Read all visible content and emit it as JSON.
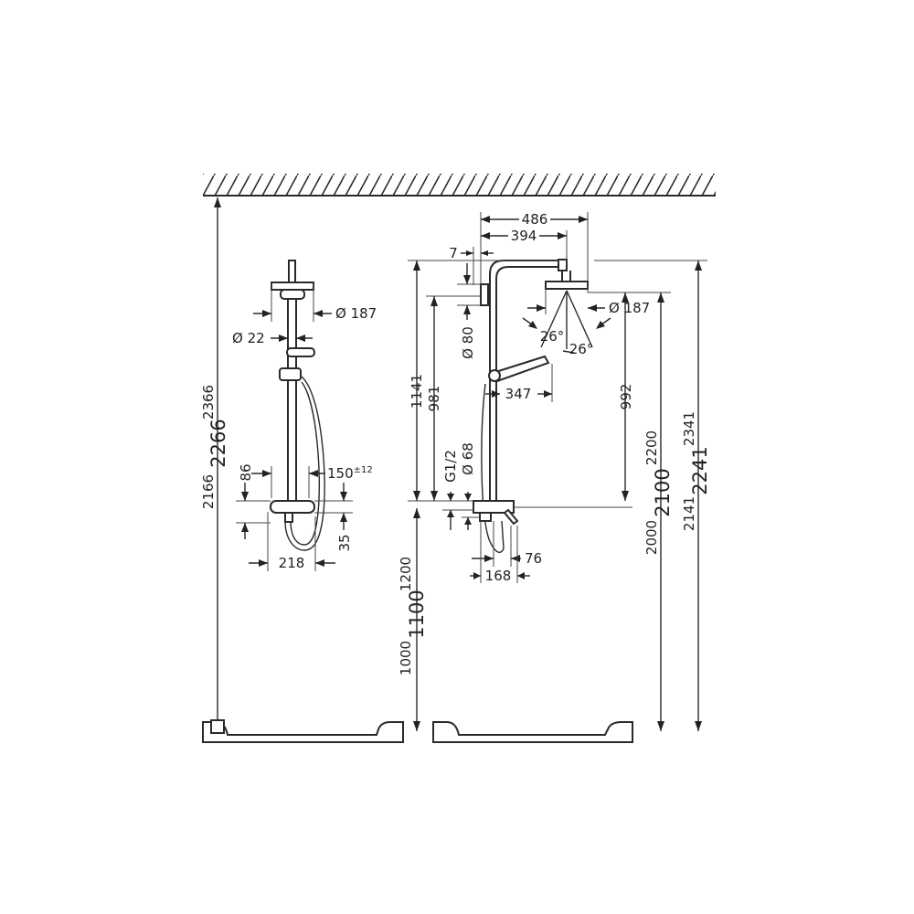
{
  "left_view": {
    "height_max": "2366",
    "height_nominal": "2266",
    "height_min": "2166",
    "head_diameter": "Ø 187",
    "pipe_diameter": "Ø 22",
    "hand_shower_reach": "150",
    "hand_shower_tolerance": "±12",
    "mixer_depth": "86",
    "mixer_offset": "35",
    "mixer_width": "218"
  },
  "right_view": {
    "arm_outer": "486",
    "arm_inner": "394",
    "wall_offset": "7",
    "holder_diameter": "Ø 80",
    "head_diameter": "Ø 187",
    "spray_angle_left": "26°",
    "spray_angle_right": "26°",
    "hand_reach": "347",
    "column_height_max": "1141",
    "column_height_min": "981",
    "head_drop": "992",
    "connection_thread": "G1/2",
    "rosette_diameter": "Ø 68",
    "mixer_height_max": "1200",
    "mixer_height_nominal": "1100",
    "mixer_height_min": "1000",
    "spout_projection": "76",
    "mixer_width": "168",
    "head_height_max": "2200",
    "head_height_nominal": "2100",
    "head_height_min": "2000",
    "total_height_max": "2341",
    "total_height_nominal": "2241",
    "total_height_min": "2141"
  }
}
